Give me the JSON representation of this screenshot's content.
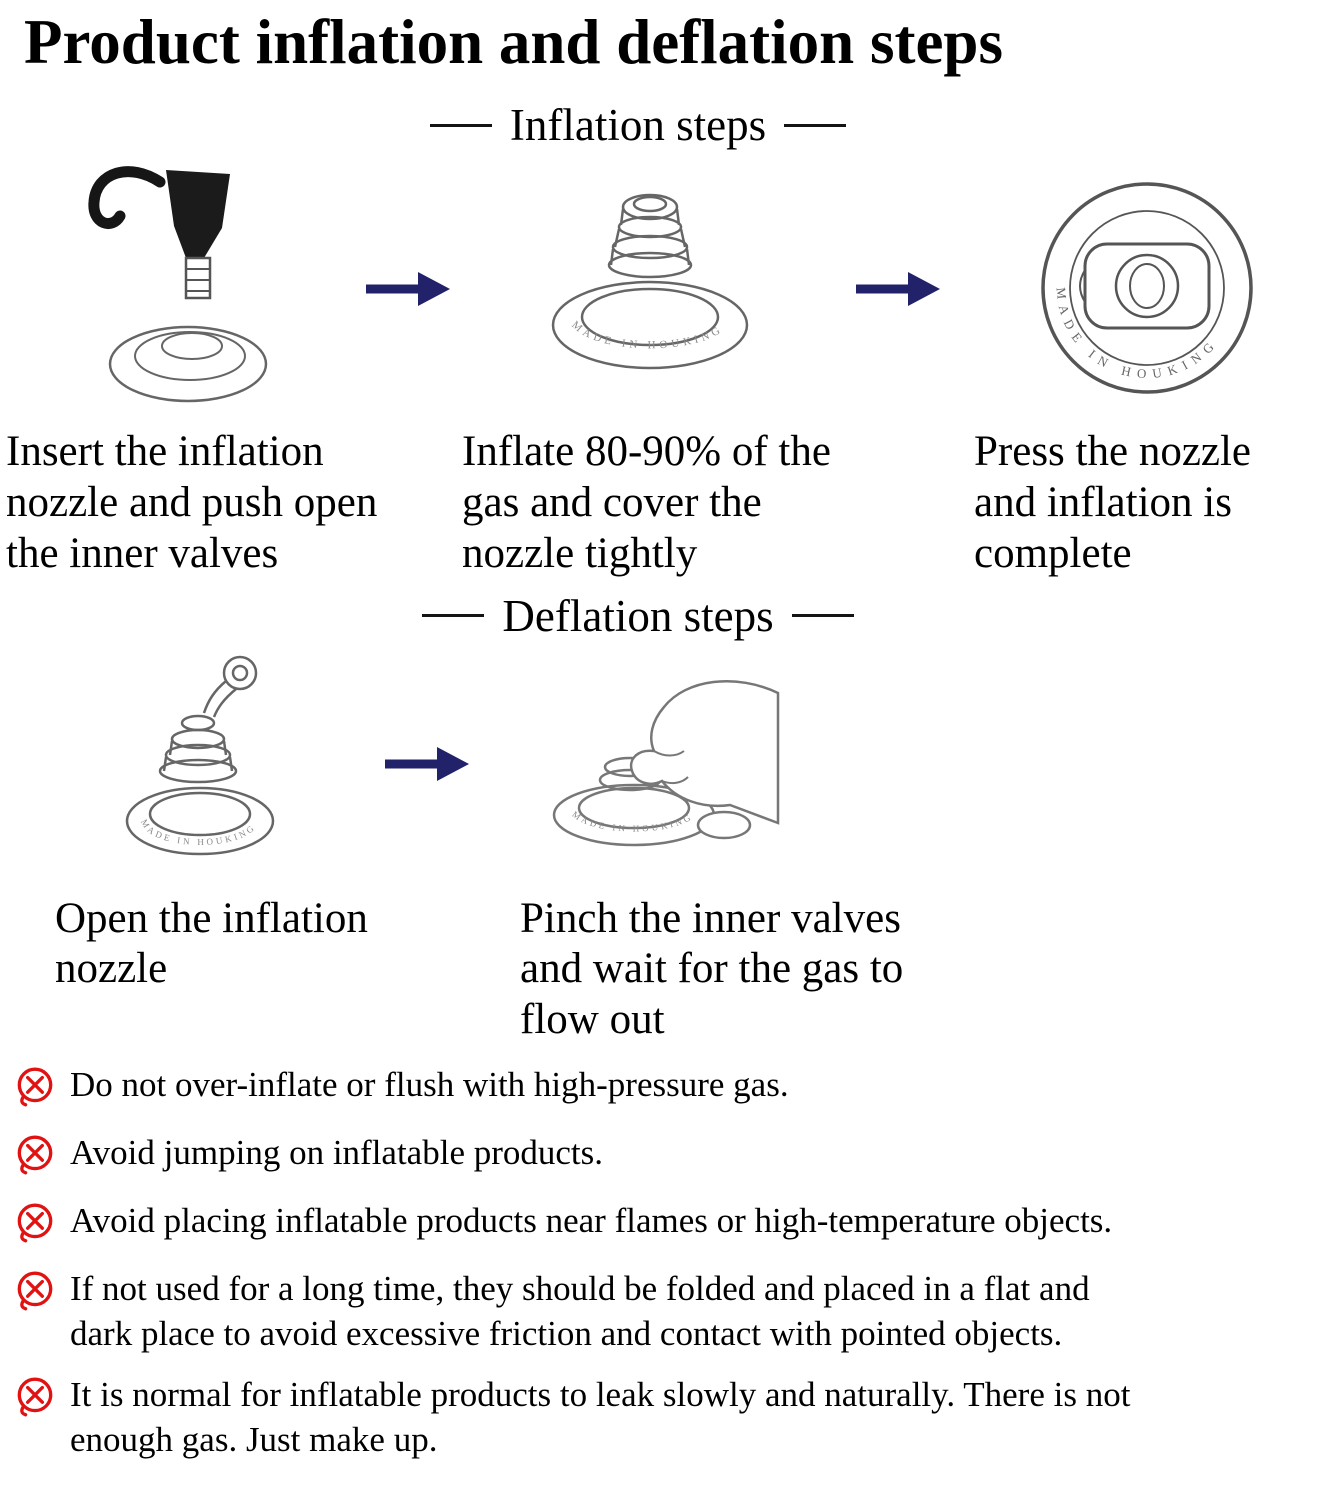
{
  "title": "Product inflation and deflation steps",
  "sections": {
    "inflation": {
      "heading": "Inflation steps",
      "captions": [
        "Insert the inflation\nnozzle and push open\nthe inner valves",
        "Inflate 80-90% of the\ngas and cover the\nnozzle tightly",
        "Press the nozzle\nand inflation is\ncomplete"
      ]
    },
    "deflation": {
      "heading": "Deflation steps",
      "captions": [
        "Open the inflation\nnozzle",
        "Pinch the inner valves\nand wait for the gas to\nflow out"
      ]
    }
  },
  "stamp_text": "MADE IN HOUKING",
  "warnings": [
    "Do not over-inflate or flush with high-pressure gas.",
    "Avoid jumping on inflatable products.",
    "Avoid placing inflatable products near flames or high-temperature objects.",
    "If not used for a long time, they should be folded and placed in a flat and\ndark place to avoid excessive friction and contact with pointed objects.",
    "It is normal for inflatable products to leak slowly and naturally. There is not\nenough gas. Just make up."
  ],
  "icons": {
    "arrow": "right-arrow-icon",
    "warning": "prohibited-x-icon"
  },
  "colors": {
    "arrow": "#22226a",
    "warning": "#e01212",
    "text": "#000000",
    "sketch": "#6a6a6a",
    "background": "#ffffff"
  }
}
